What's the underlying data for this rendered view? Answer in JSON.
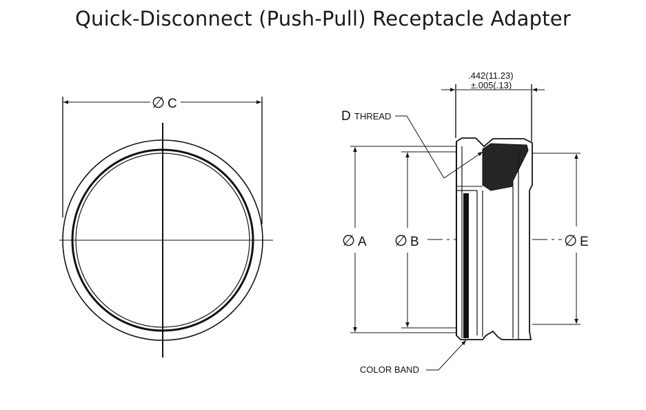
{
  "title": "Quick-Disconnect (Push-Pull) Receptacle Adapter",
  "labels": {
    "dia_symbol": "∅",
    "c": "C",
    "a": "A",
    "b": "B",
    "e": "E",
    "d": "D",
    "thread": "THREAD",
    "color_band": "COLOR BAND",
    "dim_top_1": ".442(11.23)",
    "dim_top_2": "±.005(.13)"
  }
}
